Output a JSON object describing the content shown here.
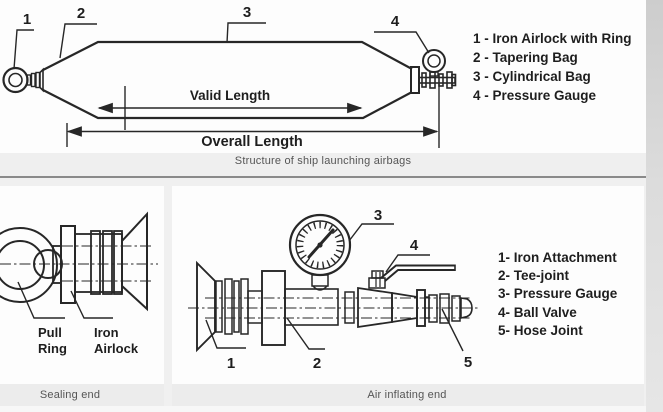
{
  "top": {
    "part_numbers": [
      "1",
      "2",
      "3",
      "4"
    ],
    "valid_length_label": "Valid Length",
    "overall_length_label": "Overall Length",
    "legend": [
      "1 - Iron Airlock with Ring",
      "2 - Tapering Bag",
      "3 - Cylindrical Bag",
      "4 - Pressure Gauge"
    ],
    "caption": "Structure of ship launching airbags"
  },
  "sealing": {
    "pull_ring_label": [
      "Pull",
      "Ring"
    ],
    "iron_airlock_label": [
      "Iron",
      "Airlock"
    ],
    "caption": "Sealing end"
  },
  "inflating": {
    "part_numbers": [
      "1",
      "2",
      "3",
      "4",
      "5"
    ],
    "legend": [
      "1- Iron Attachment",
      "2- Tee-joint",
      "3- Pressure Gauge",
      "4- Ball Valve",
      "5- Hose Joint"
    ],
    "caption": "Air inflating end"
  },
  "colors": {
    "line": "#272727",
    "divider": "#8a8a8a",
    "caption_text": "#555555"
  }
}
